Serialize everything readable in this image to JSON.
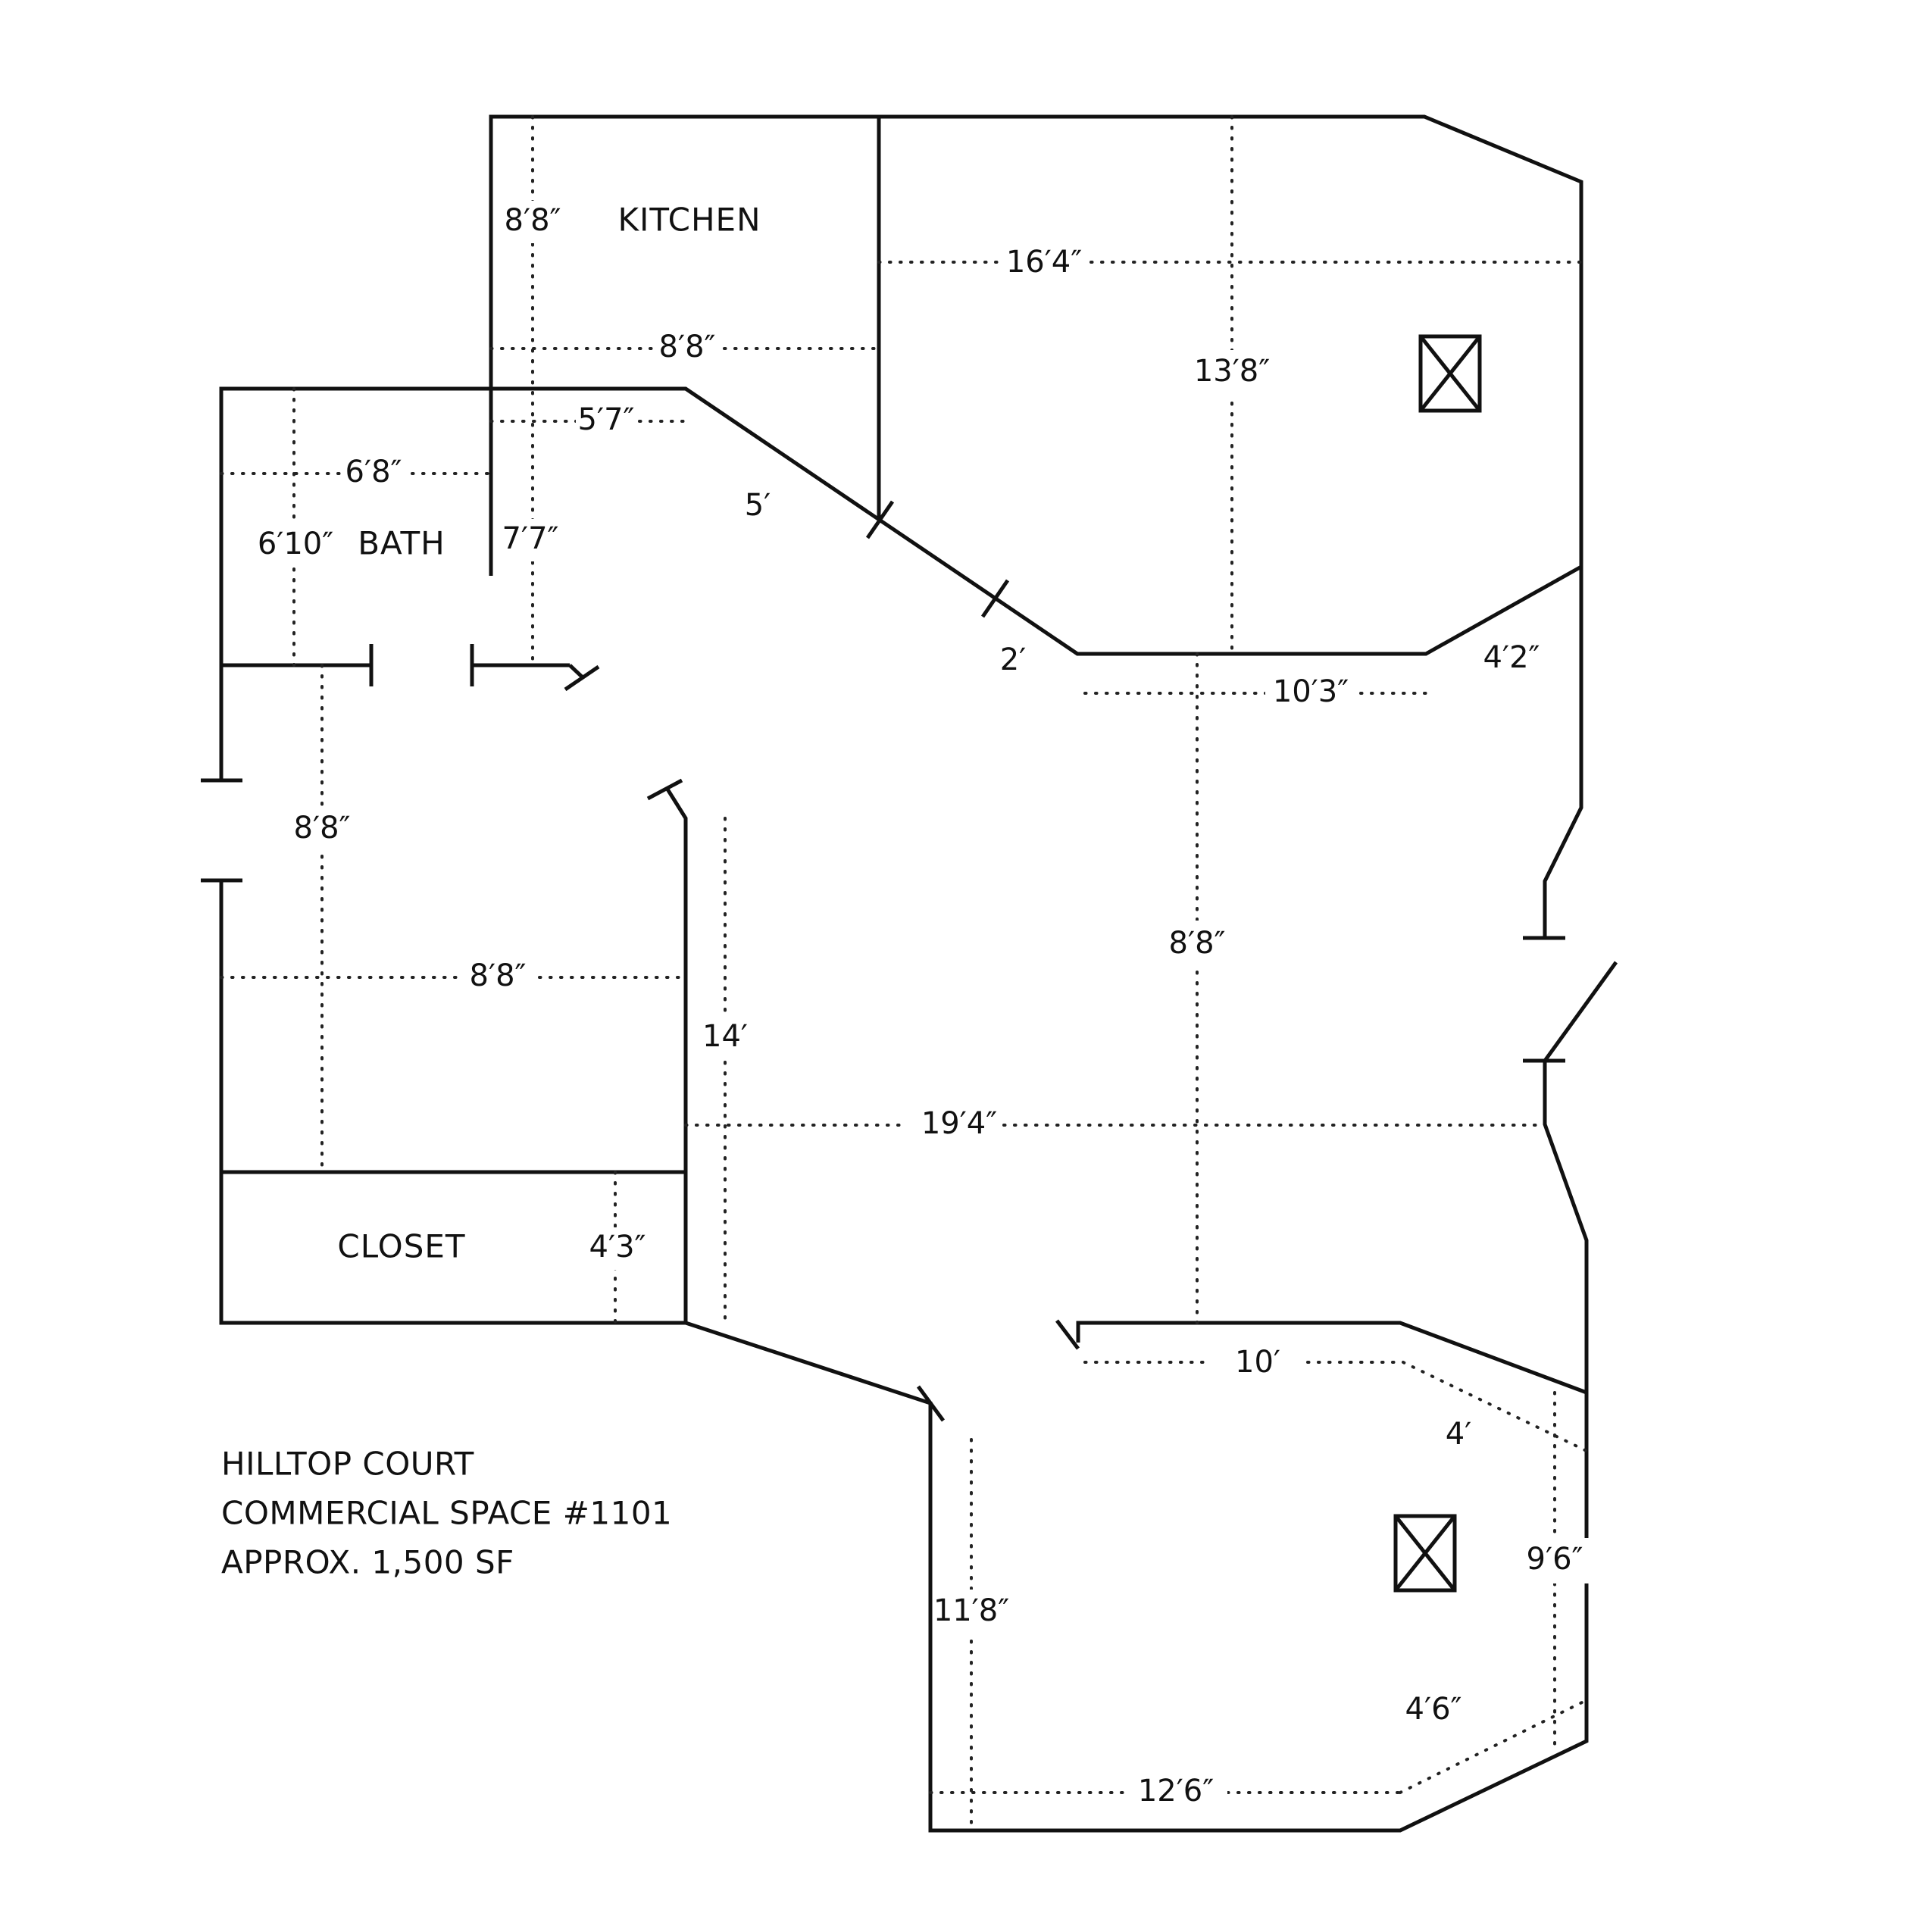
{
  "rooms": {
    "kitchen": "KITCHEN",
    "bath": "BATH",
    "closet": "CLOSET"
  },
  "info": {
    "line1": "HILLTOP COURT",
    "line2": "COMMERCIAL SPACE #1101",
    "line3": "APPROX. 1,500 SF"
  },
  "dimensions": {
    "kitchen_height": "8′8″",
    "kitchen_width": "8′8″",
    "upper_room_width": "16′4″",
    "upper_room_height": "13′8″",
    "bath_width": "6′8″",
    "bath_height": "6′10″",
    "hall_top_width": "5′7″",
    "hall_height": "7′7″",
    "diagonal_wall": "5′",
    "diagonal_short": "2′",
    "lower_wall_width": "10′3″",
    "corner_wall": "4′2″",
    "left_passage": "8′8″",
    "left_room_width": "8′8″",
    "center_height": "8′8″",
    "left_room_depth": "14′",
    "main_width": "19′4″",
    "closet_depth": "4′3″",
    "lower_room_top": "10′",
    "lower_room_corner_top": "4′",
    "lower_room_height": "9′6″",
    "lower_room_left": "11′8″",
    "lower_room_corner_bottom": "4′6″",
    "lower_room_width": "12′6″"
  },
  "colors": {
    "line": "#111111",
    "background": "#ffffff"
  }
}
